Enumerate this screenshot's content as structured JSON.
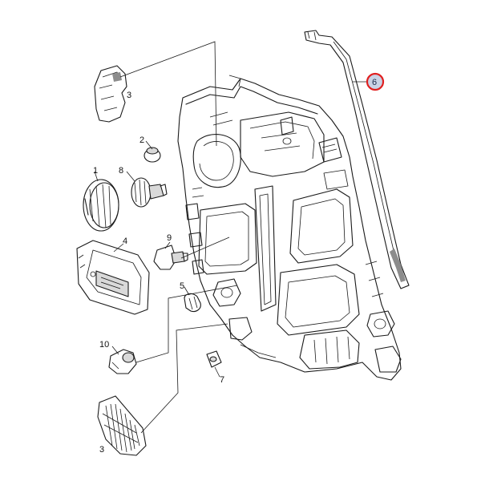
{
  "diagram": {
    "callouts": [
      {
        "id": "c1",
        "label": "1"
      },
      {
        "id": "c2",
        "label": "2"
      },
      {
        "id": "c3a",
        "label": "3"
      },
      {
        "id": "c3b",
        "label": "3"
      },
      {
        "id": "c4",
        "label": "4"
      },
      {
        "id": "c5",
        "label": "5"
      },
      {
        "id": "c6",
        "label": "6",
        "highlighted": true
      },
      {
        "id": "c7",
        "label": "7"
      },
      {
        "id": "c8",
        "label": "8"
      },
      {
        "id": "c9",
        "label": "9"
      },
      {
        "id": "c10",
        "label": "10"
      }
    ],
    "colors": {
      "line": "#1a1a1a",
      "highlight_ring": "#e02020",
      "highlight_fill": "#c9d3e6"
    }
  }
}
